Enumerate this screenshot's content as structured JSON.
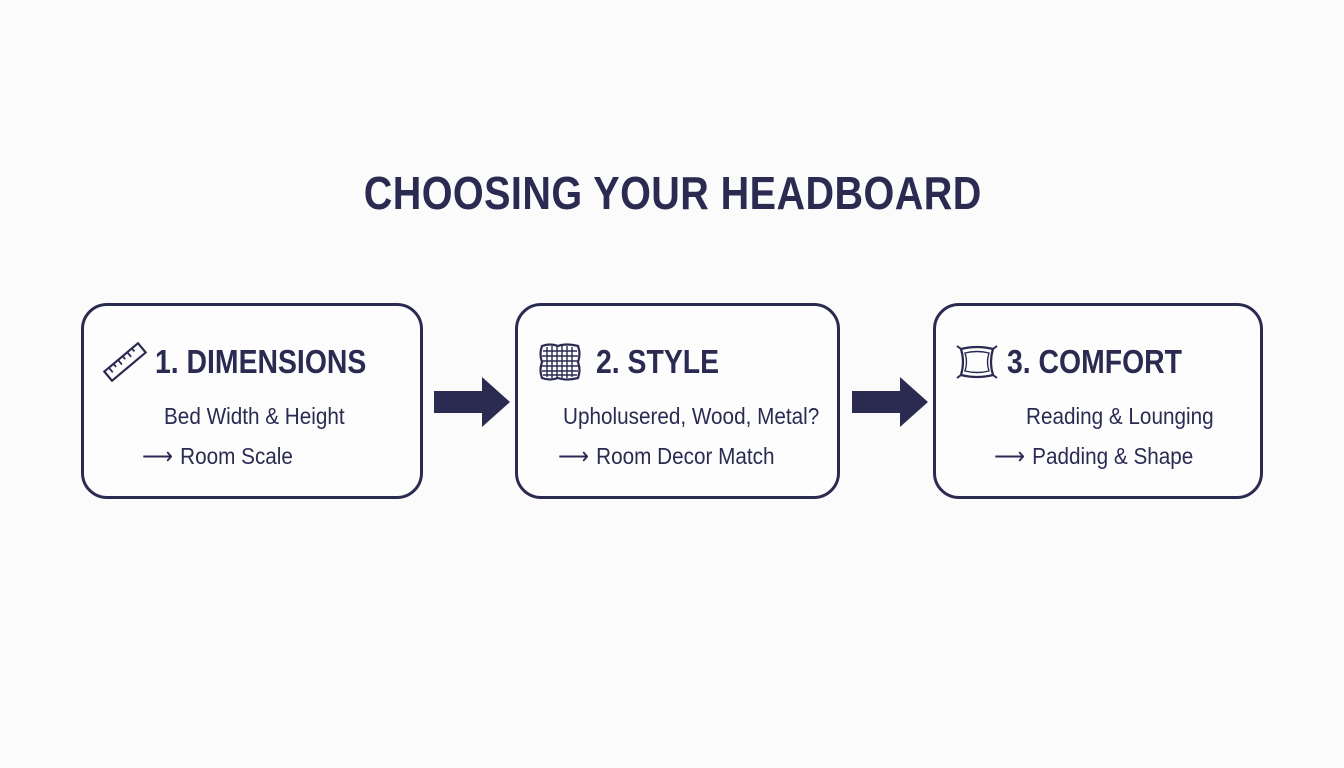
{
  "title": "CHOOSING YOUR HEADBOARD",
  "steps": [
    {
      "icon": "ruler-icon",
      "title": "1. DIMENSIONS",
      "line1": "Bed Width & Height",
      "arrow": "⟶",
      "line2": "Room Scale"
    },
    {
      "icon": "fabric-texture-icon",
      "title": "2. STYLE",
      "line1": "Upholusered, Wood, Metal?",
      "arrow": "⟶",
      "line2": "Room Decor Match"
    },
    {
      "icon": "pillow-icon",
      "title": "3. COMFORT",
      "line1": "Reading & Lounging",
      "arrow": "⟶",
      "line2": "Padding & Shape"
    }
  ],
  "flow_arrows": [
    "right-arrow-icon",
    "right-arrow-icon"
  ],
  "colors": {
    "ink": "#2b2b52",
    "background": "#fbfbfc"
  }
}
